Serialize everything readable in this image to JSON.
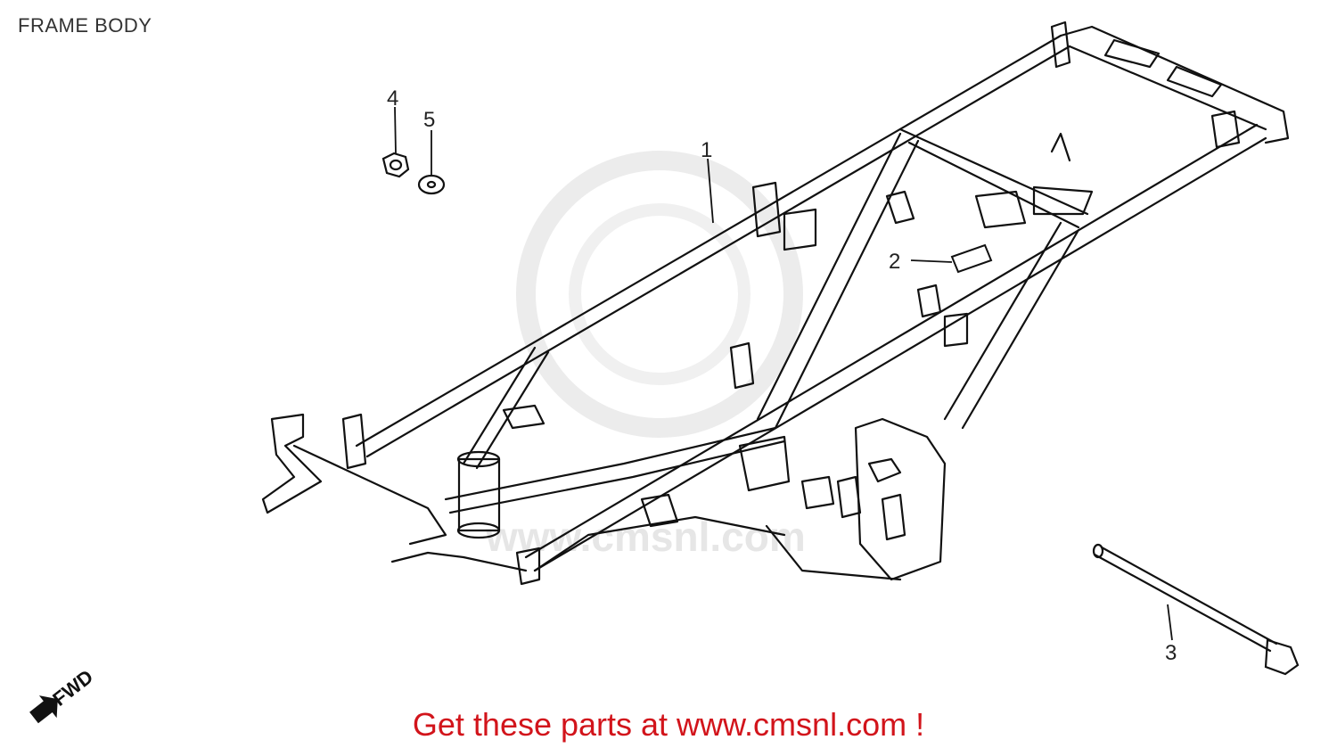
{
  "header": {
    "title": "FRAME BODY"
  },
  "callouts": [
    {
      "number": "1",
      "part": "frame"
    },
    {
      "number": "2",
      "part": "label"
    },
    {
      "number": "3",
      "part": "bolt"
    },
    {
      "number": "4",
      "part": "nut"
    },
    {
      "number": "5",
      "part": "washer"
    }
  ],
  "direction": {
    "label": "FWD"
  },
  "watermark": {
    "text": "www.cmsnl.com"
  },
  "footer": {
    "promo": "Get these parts at www.cmsnl.com !"
  },
  "colors": {
    "line": "#111111",
    "promo": "#d2141b",
    "watermark": "#e6e6e6"
  }
}
